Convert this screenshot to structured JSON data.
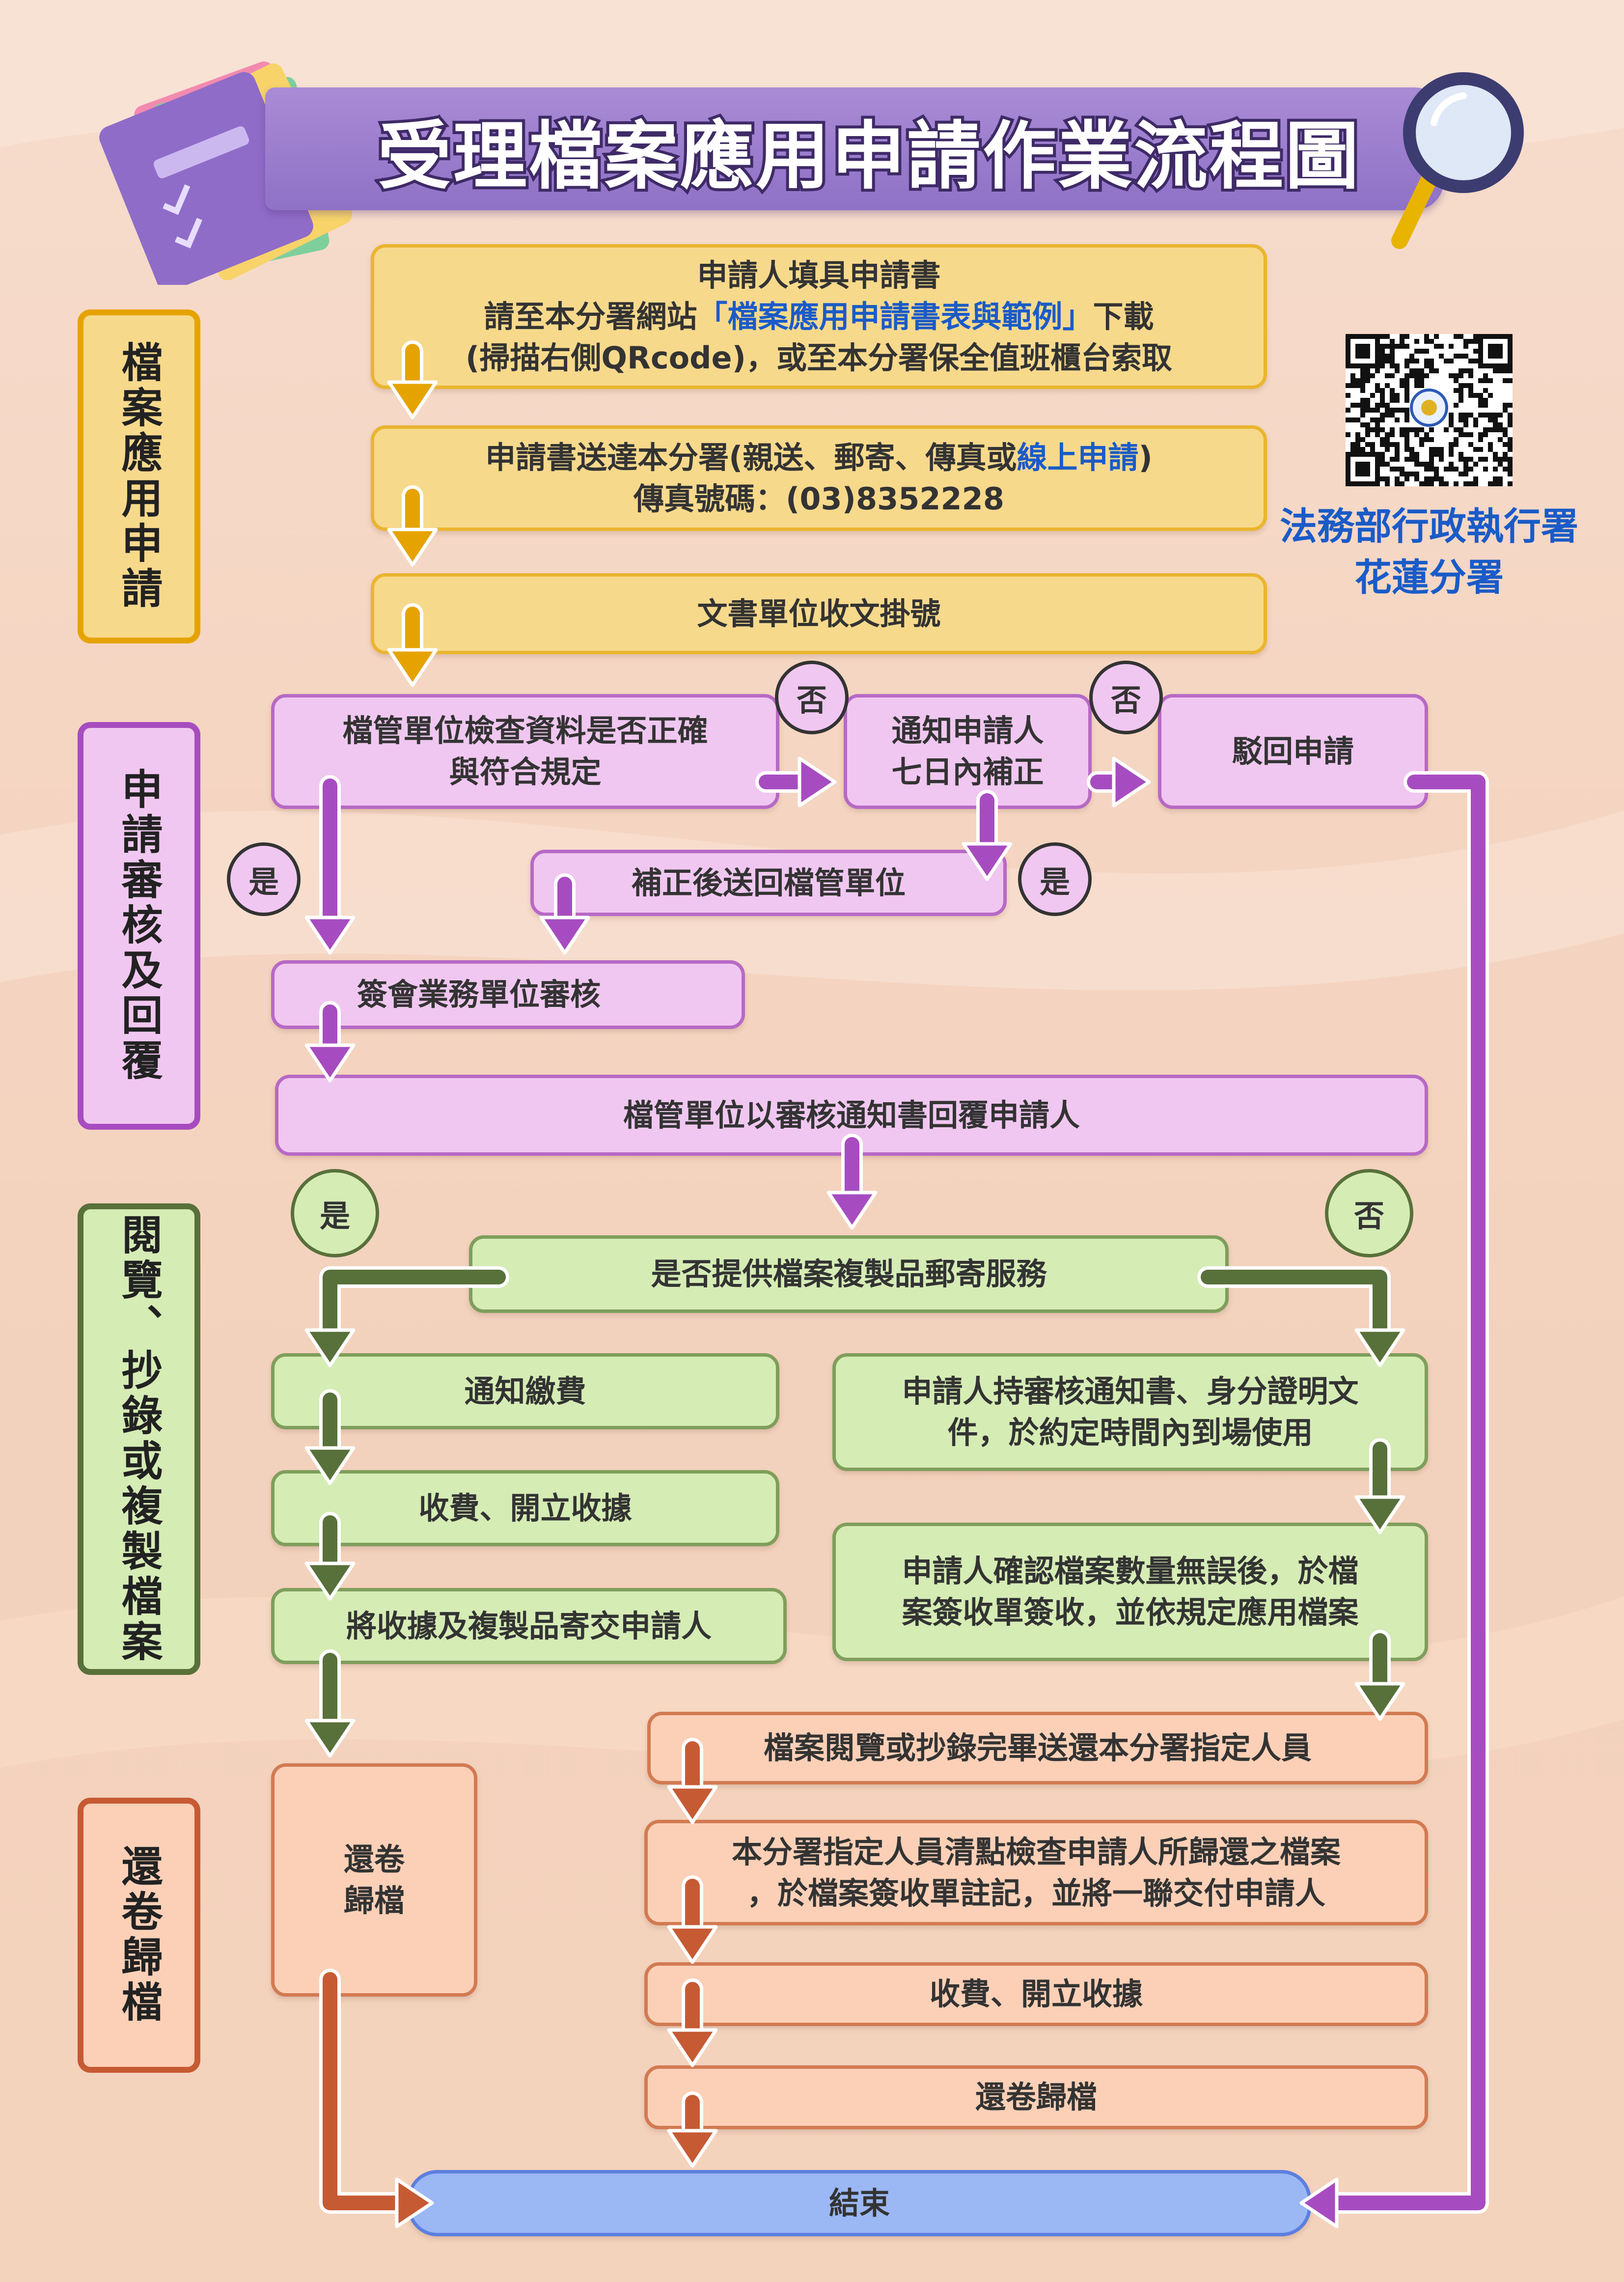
{
  "title": "受理檔案應用申請作業流程圖",
  "organization": [
    "法務部行政執行署",
    "花蓮分署"
  ],
  "colors": {
    "yellow_fill": "#f7d98c",
    "yellow_border": "#eab530",
    "yellow_arrow": "#e6a300",
    "purple_fill": "#f0c7f0",
    "purple_border": "#b769c5",
    "purple_arrow": "#a74cc0",
    "green_fill": "#d5ecb5",
    "green_border": "#7f9e5c",
    "green_arrow": "#58703a",
    "orange_fill": "#fbd0b7",
    "orange_border": "#d27a52",
    "orange_arrow": "#c65a33",
    "end_fill": "#9bb7f4",
    "link": "#1a5bc8"
  },
  "sections": [
    {
      "label": "檔案應用申請"
    },
    {
      "label": "申請審核及回覆"
    },
    {
      "label": "閱覽、抄錄或複製檔案"
    },
    {
      "label": "還卷歸檔"
    }
  ],
  "steps": {
    "apply_1": "申請人填具申請書",
    "apply_2_pre": "請至本分署網站",
    "apply_2_link": "「檔案應用申請書表與範例」",
    "apply_2_post": "下載",
    "apply_3": "(掃描右側QRcode)，或至本分署保全值班櫃台索取",
    "submit_pre": "申請書送達本分署(親送、郵寄、傳真或",
    "submit_link": "線上申請",
    "submit_post": ")",
    "fax": "傳真號碼：(03)8352228",
    "register": "文書單位收文掛號",
    "check": "檔管單位檢查資料是否正確\n與符合規定",
    "notify_fix": "通知申請人\n七日內補正",
    "reject": "駁回申請",
    "resubmit": "補正後送回檔管單位",
    "review": "簽會業務單位審核",
    "reply": "檔管單位以審核通知書回覆申請人",
    "mail_q": "是否提供檔案複製品郵寄服務",
    "notify_pay": "通知繳費",
    "charge_1": "收費、開立收據",
    "send": "將收據及複製品寄交申請人",
    "visit": "申請人持審核通知書、身分證明文\n件，於約定時間內到場使用",
    "confirm": "申請人確認檔案數量無誤後，於檔\n案簽收單簽收，並依規定應用檔案",
    "return_1": "檔案閱覽或抄錄完畢送還本分署指定人員",
    "inspect": "本分署指定人員清點檢查申請人所歸還之檔案\n，於檔案簽收單註記，並將一聯交付申請人",
    "charge_2": "收費、開立收據",
    "archive_right": "還卷歸檔",
    "archive_left": "還卷\n歸檔",
    "end": "結束"
  },
  "decisions": {
    "no_1": "否",
    "no_2": "否",
    "yes_1": "是",
    "yes_2": "是",
    "yes_mail": "是",
    "no_mail": "否"
  }
}
